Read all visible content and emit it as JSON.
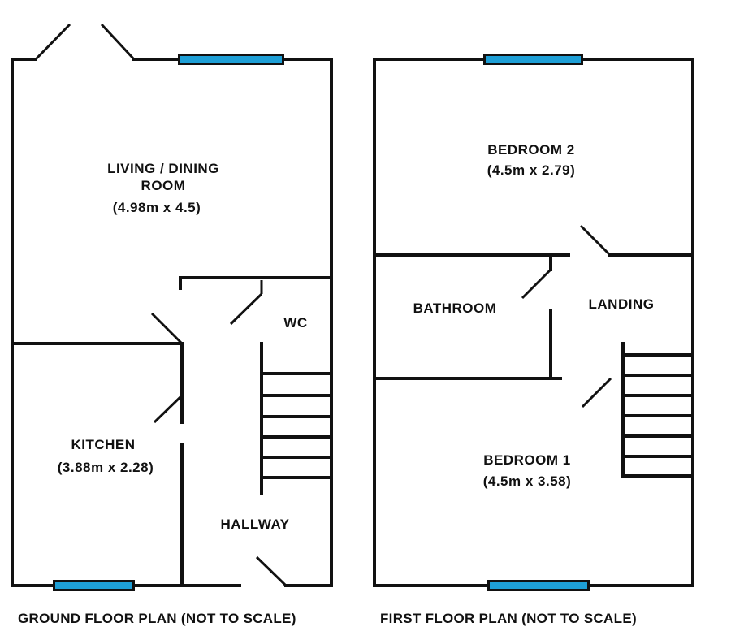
{
  "colors": {
    "wall": "#111111",
    "window": "#1e9fd6",
    "background": "#ffffff"
  },
  "ground_floor": {
    "caption": "GROUND FLOOR PLAN (NOT TO SCALE)",
    "rooms": {
      "living_name_1": "LIVING / DINING",
      "living_name_2": "ROOM",
      "living_dims": "(4.98m x 4.5)",
      "wc": "WC",
      "kitchen_name": "KITCHEN",
      "kitchen_dims": "(3.88m x 2.28)",
      "hallway": "HALLWAY"
    }
  },
  "first_floor": {
    "caption": "FIRST FLOOR PLAN (NOT TO SCALE)",
    "rooms": {
      "bedroom2_name": "BEDROOM 2",
      "bedroom2_dims": "(4.5m x 2.79)",
      "bathroom": "BATHROOM",
      "landing": "LANDING",
      "bedroom1_name": "BEDROOM 1",
      "bedroom1_dims": "(4.5m x 3.58)"
    }
  }
}
